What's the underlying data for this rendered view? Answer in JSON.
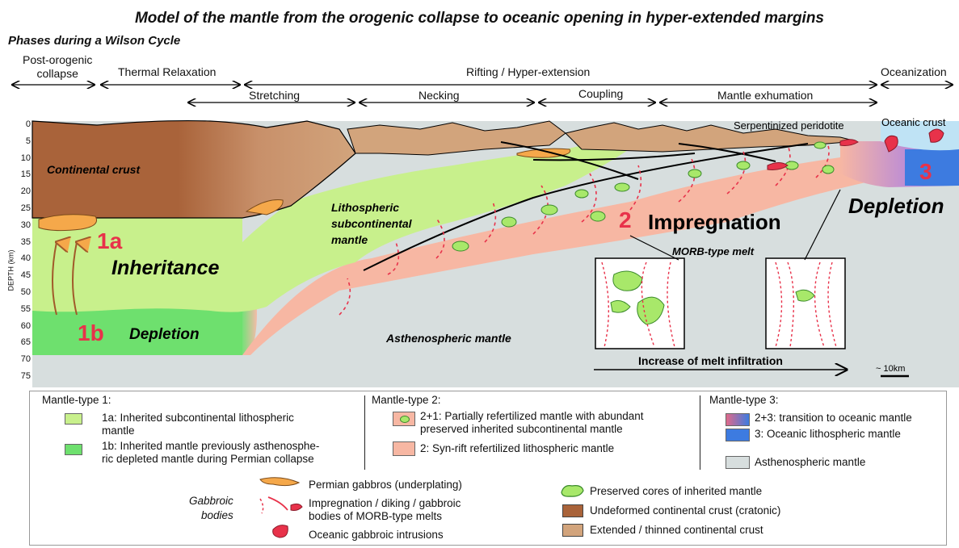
{
  "title": "Model of the mantle from the orogenic collapse to oceanic opening in hyper-extended margins",
  "subtitle": "Phases during a Wilson Cycle",
  "phases_top": {
    "post_orogenic": [
      "Post-orogenic",
      "collapse"
    ],
    "thermal": "Thermal Relaxation",
    "rifting": "Rifting / Hyper-extension",
    "oceanization": "Oceanization"
  },
  "phases_sub": {
    "stretching": "Stretching",
    "necking": "Necking",
    "coupling": "Coupling",
    "exhumation": "Mantle exhumation"
  },
  "depth_axis": {
    "label": "DEPTH (km)",
    "ticks": [
      "0",
      "5",
      "10",
      "15",
      "20",
      "25",
      "30",
      "35",
      "40",
      "45",
      "50",
      "55",
      "60",
      "65",
      "70",
      "75"
    ]
  },
  "section_labels": {
    "continental_crust": "Continental crust",
    "lithospheric": [
      "Lithospheric",
      "subcontinental",
      "mantle"
    ],
    "label_1a": "1a",
    "inheritance": "Inheritance",
    "label_1b": "1b",
    "depletion_1b": "Depletion",
    "asthenospheric": "Asthenospheric mantle",
    "serpentinized": "Serpentinized peridotite",
    "oceanic_crust": "Oceanic crust",
    "label_2": "2",
    "impregnation": "Impregnation",
    "label_3": "3",
    "depletion_3": "Depletion",
    "morb": "MORB-type melt",
    "melt_increase": "Increase of melt infiltration",
    "scale": "~ 10km"
  },
  "legend": {
    "mantle_type_1": {
      "heading": "Mantle-type 1:",
      "item_1a": [
        "1a: Inherited subcontinental lithospheric",
        "mantle"
      ],
      "item_1b": [
        "1b: Inherited mantle previously asthenosphe-",
        "ric depleted mantle during Permian collapse"
      ]
    },
    "mantle_type_2": {
      "heading": "Mantle-type 2:",
      "item_21": [
        "2+1: Partially refertilized mantle with abundant",
        "preserved inherited subcontinental mantle"
      ],
      "item_2": "2: Syn-rift refertilized lithospheric mantle"
    },
    "mantle_type_3": {
      "heading": "Mantle-type 3:",
      "item_23": "2+3: transition to oceanic mantle",
      "item_3": "3: Oceanic lithospheric mantle",
      "astheno": "Asthenospheric mantle"
    },
    "gabbroic": {
      "label": [
        "Gabbroic",
        "bodies"
      ],
      "permian": "Permian gabbros (underplating)",
      "impregnation": [
        "Impregnation / diking / gabbroic",
        "bodies of MORB-type melts"
      ],
      "oceanic": "Oceanic gabbroic intrusions"
    },
    "other": {
      "preserved": "Preserved cores of inherited mantle",
      "undeformed": "Undeformed continental crust (cratonic)",
      "extended": "Extended / thinned continental crust"
    }
  },
  "colors": {
    "mantle_1a": "#c8f08c",
    "mantle_1b": "#6ee06e",
    "refertilized": "#f7b7a3",
    "oceanic_mantle": "#3d7be0",
    "transition": "#e06a8a",
    "astheno": "#d7dede",
    "crust_undeformed": "#a9633a",
    "crust_extended": "#d2a47c",
    "permian_gabbro": "#f5a84a",
    "melt": "#e8324a",
    "oceanic_crust": "#bfe3f5"
  }
}
